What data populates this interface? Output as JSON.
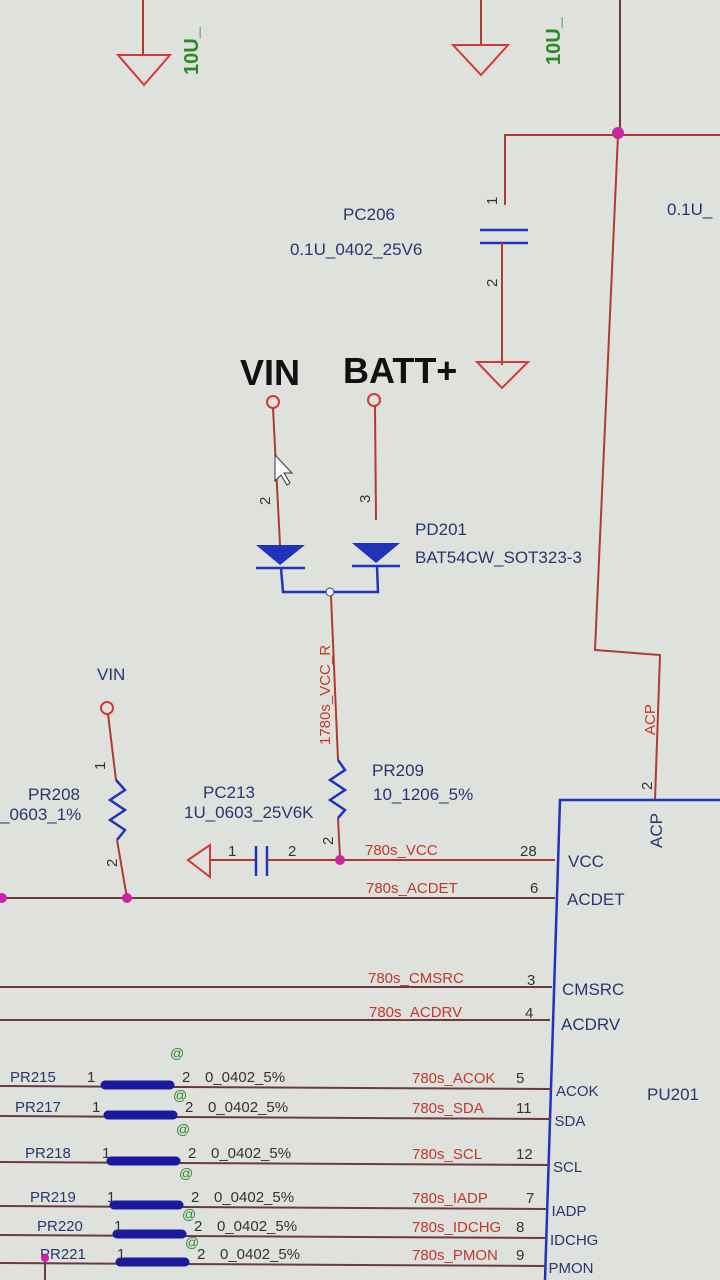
{
  "top": {
    "cap_left_value": "10U_",
    "cap_right_value": "10U_",
    "right_cap_value": "0.1U_"
  },
  "pc206": {
    "ref": "PC206",
    "value": "0.1U_0402_25V6",
    "pin1": "1",
    "pin2": "2"
  },
  "power": {
    "vin": "VIN",
    "batt": "BATT+"
  },
  "pd201": {
    "ref": "PD201",
    "value": "BAT54CW_SOT323-3",
    "pin_a": "2",
    "pin_b": "3"
  },
  "net_vcc_r": "1780s_VCC_R",
  "pr208": {
    "net": "VIN",
    "ref": "PR208",
    "value": "_0603_1%",
    "pin1": "1",
    "pin2": "2"
  },
  "pc213": {
    "ref": "PC213",
    "value": "1U_0603_25V6K",
    "pin1": "1",
    "pin2": "2"
  },
  "pr209": {
    "ref": "PR209",
    "value": "10_1206_5%",
    "pin2": "2"
  },
  "acp": {
    "net": "ACP",
    "pin": "2",
    "pin_name": "ACP"
  },
  "chip": {
    "ref": "PU201"
  },
  "pins": [
    {
      "net": "780s_VCC",
      "num": "28",
      "name": "VCC"
    },
    {
      "net": "780s_ACDET",
      "num": "6",
      "name": "ACDET"
    },
    {
      "net": "780s_CMSRC",
      "num": "3",
      "name": "CMSRC"
    },
    {
      "net": "780s_ACDRV",
      "num": "4",
      "name": "ACDRV"
    }
  ],
  "resistors": [
    {
      "ref": "PR215",
      "p1": "1",
      "p2": "2",
      "value": "0_0402_5%",
      "net": "780s_ACOK",
      "num": "5",
      "name": "ACOK",
      "mark": "@"
    },
    {
      "ref": "PR217",
      "p1": "1",
      "p2": "2",
      "value": "0_0402_5%",
      "net": "780s_SDA",
      "num": "11",
      "name": "SDA",
      "mark": "@"
    },
    {
      "ref": "PR218",
      "p1": "1",
      "p2": "2",
      "value": "0_0402_5%",
      "net": "780s_SCL",
      "num": "12",
      "name": "SCL",
      "mark": "@"
    },
    {
      "ref": "PR219",
      "p1": "1",
      "p2": "2",
      "value": "0_0402_5%",
      "net": "780s_IADP",
      "num": "7",
      "name": "IADP",
      "mark": "@"
    },
    {
      "ref": "PR220",
      "p1": "1",
      "p2": "2",
      "value": "0_0402_5%",
      "net": "780s_IDCHG",
      "num": "8",
      "name": "IDCHG",
      "mark": "@"
    },
    {
      "ref": "PR221",
      "p1": "1",
      "p2": "2",
      "value": "0_0402_5%",
      "net": "780s_PMON",
      "num": "9",
      "name": "PMON",
      "mark": "@"
    }
  ]
}
